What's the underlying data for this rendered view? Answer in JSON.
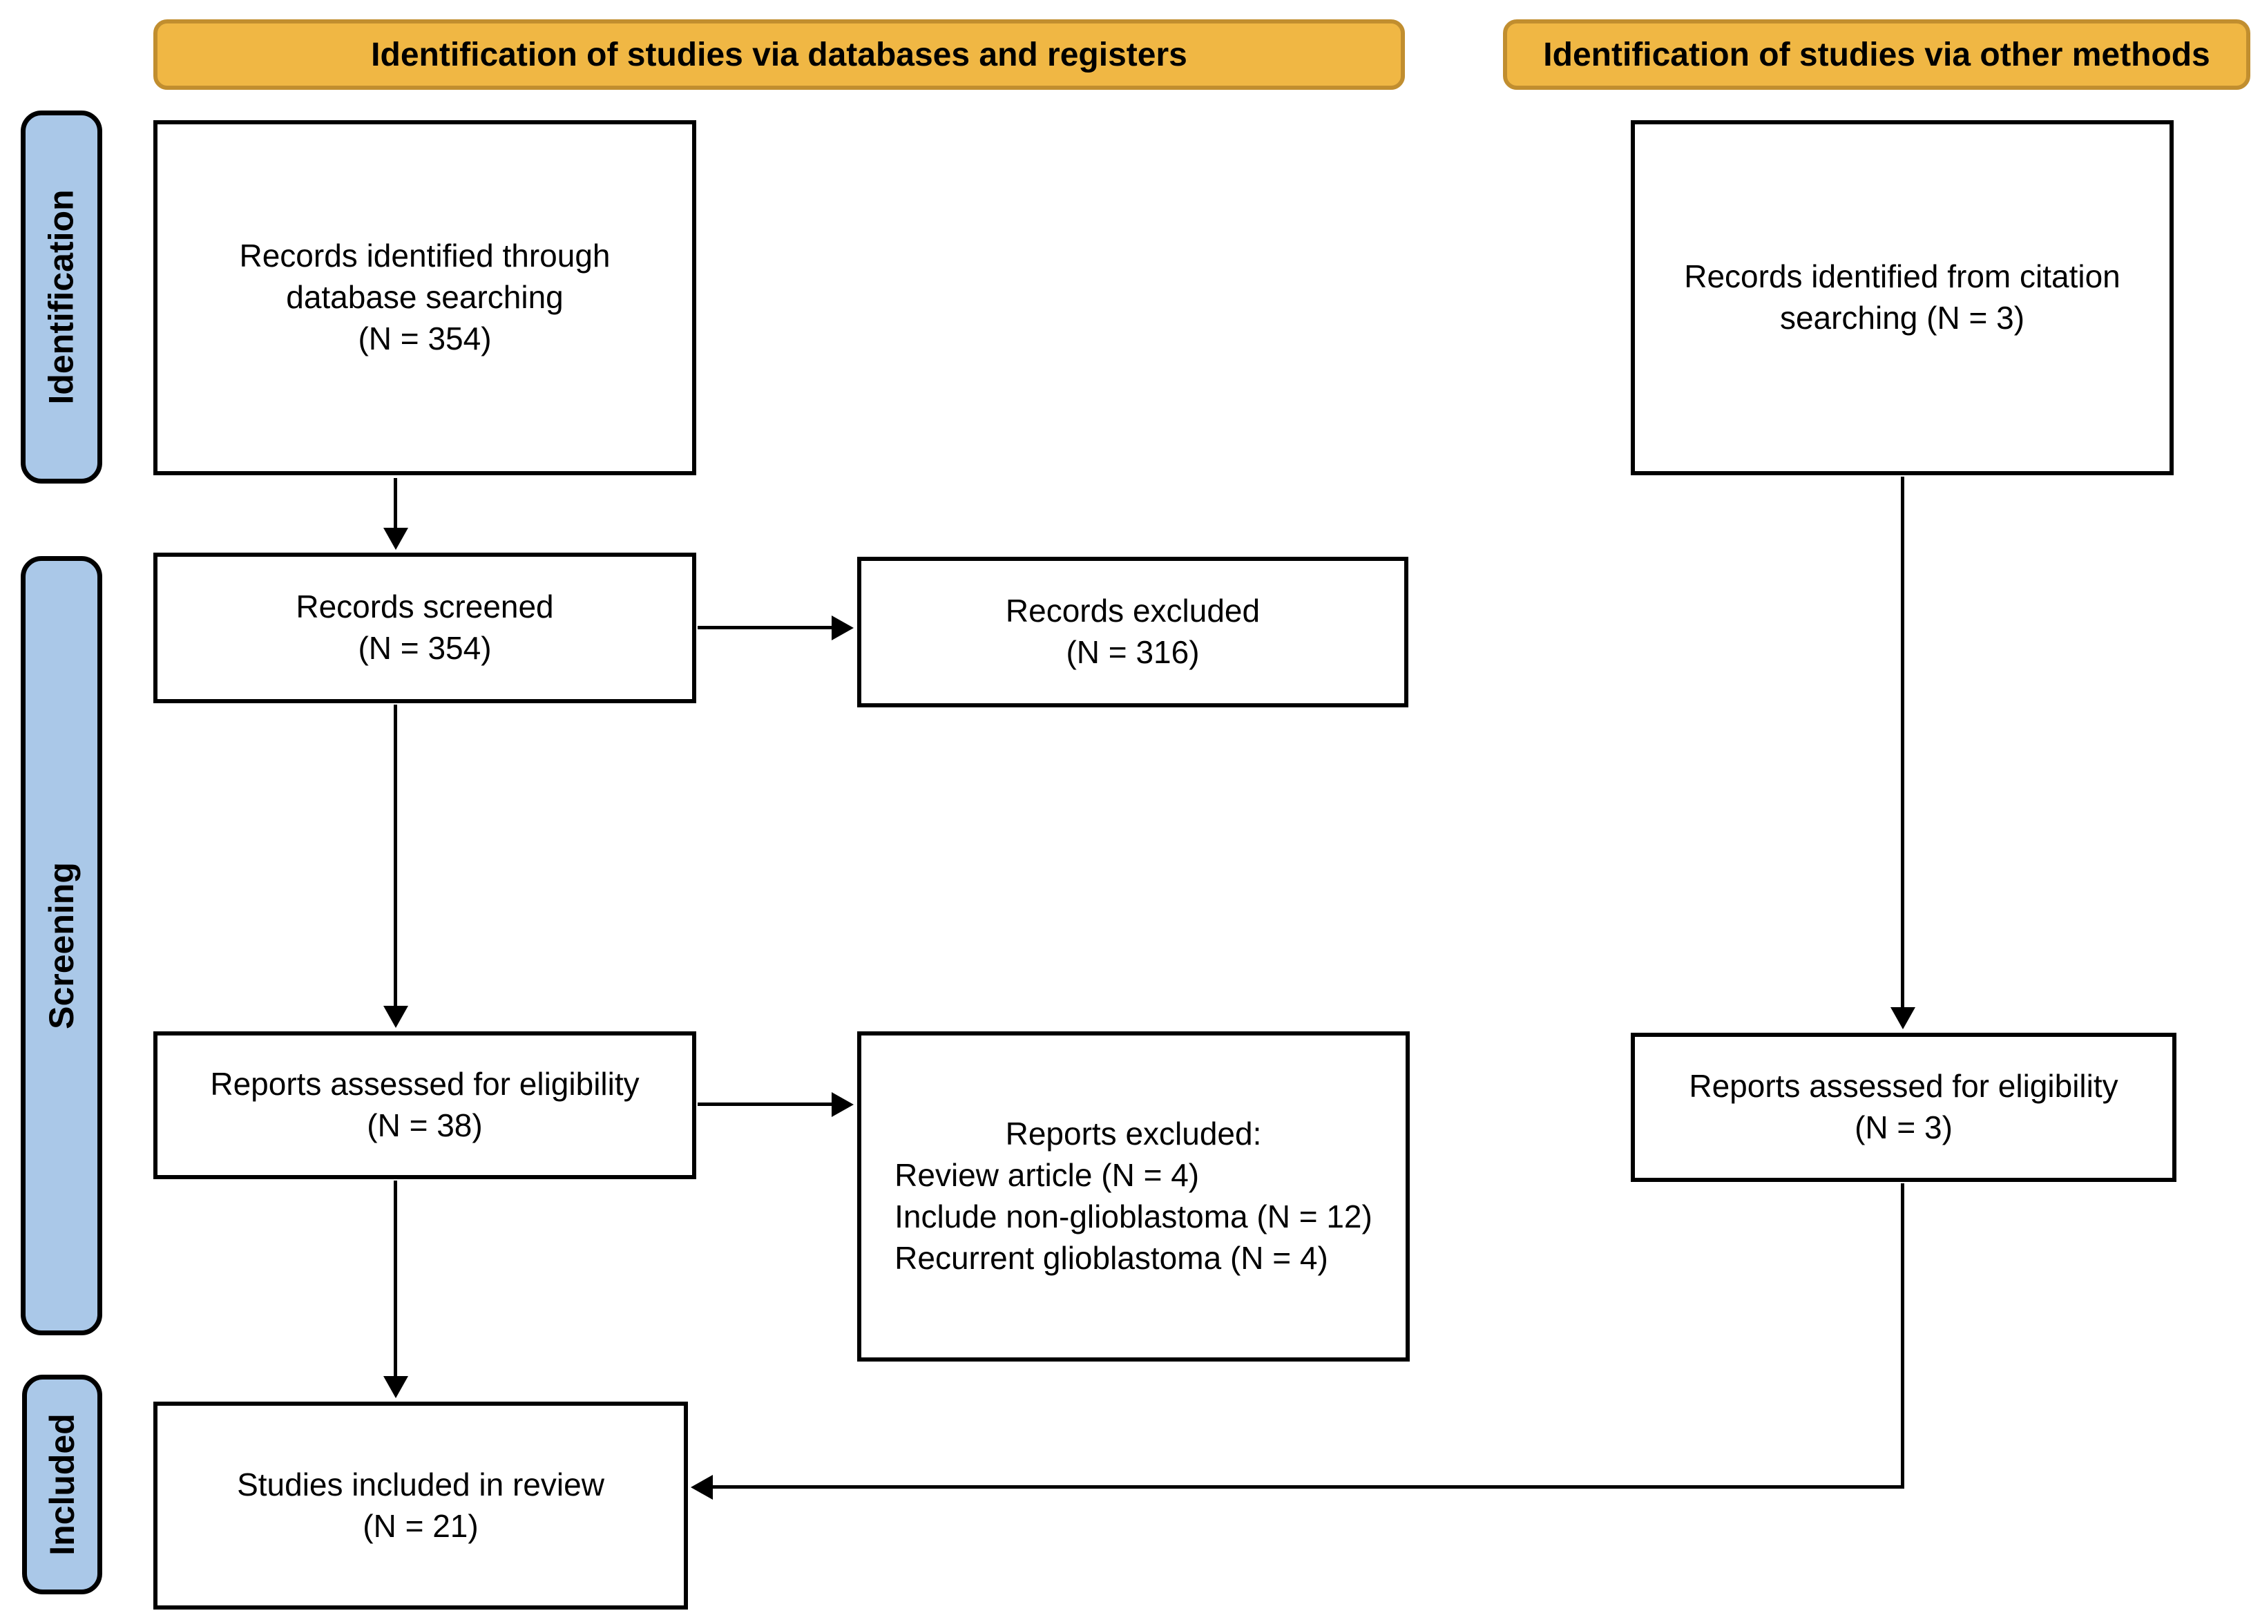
{
  "headers": {
    "databases": "Identification of studies via databases and registers",
    "other_methods": "Identification of studies via other methods"
  },
  "stage_labels": {
    "identification": "Identification",
    "screening": "Screening",
    "included": "Included"
  },
  "boxes": {
    "records_identified_db": {
      "line1": "Records identified through",
      "line2": "database searching",
      "line3": "(N = 354)"
    },
    "records_identified_citation": {
      "line1": "Records identified from citation",
      "line2": "searching (N = 3)"
    },
    "records_screened": {
      "line1": "Records screened",
      "line2": "(N = 354)"
    },
    "records_excluded": {
      "line1": "Records excluded",
      "line2": "(N = 316)"
    },
    "reports_assessed_db": {
      "line1": "Reports assessed for eligibility",
      "line2": "(N = 38)"
    },
    "reports_excluded": {
      "title": "Reports excluded:",
      "reasons": [
        "Review article (N = 4)",
        "Include non-glioblastoma (N = 12)",
        "Recurrent glioblastoma (N = 4)"
      ]
    },
    "reports_assessed_other": {
      "line1": "Reports assessed for eligibility",
      "line2": "(N = 3)"
    },
    "studies_included": {
      "line1": "Studies included in review",
      "line2": "(N = 21)"
    }
  },
  "colors": {
    "header_fill": "#F0B744",
    "header_border": "#C18E2F",
    "stage_fill": "#AAC8E8",
    "stage_border": "#000000",
    "box_fill": "#FFFFFF",
    "box_border": "#000000",
    "arrow": "#000000"
  }
}
